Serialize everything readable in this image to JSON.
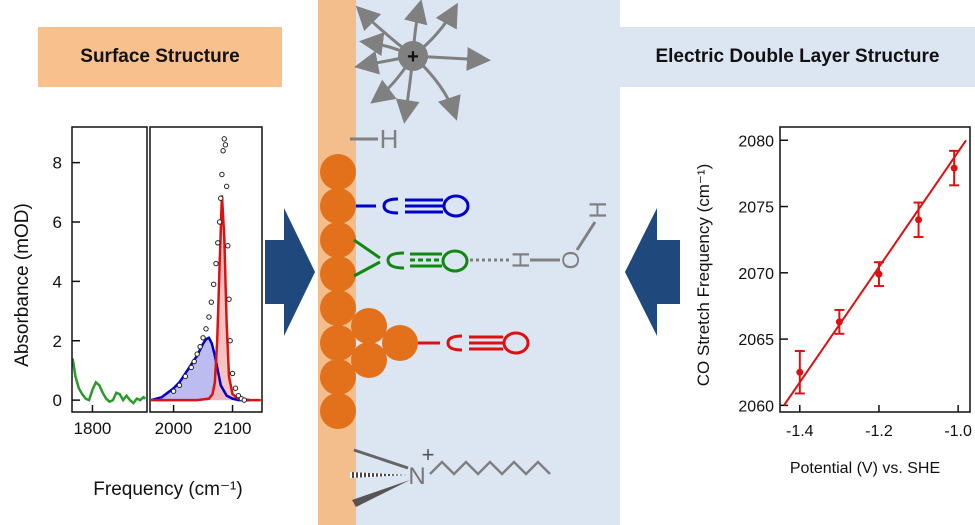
{
  "banners": {
    "left": "Surface Structure",
    "right": "Electric Double Layer Structure"
  },
  "diagram": {
    "cation_symbol": "+",
    "ammonium_charge": "+",
    "ammonium_atom": "N",
    "hydride_atom": "H",
    "water_atoms": [
      "H",
      "O",
      "H"
    ],
    "colors": {
      "copper": "#e3711b",
      "surface_strip": "#f4bd8c",
      "solution": "#dce6f2",
      "arrow": "#1f497d",
      "atop_co": "#0000cc",
      "bridge_co": "#118811",
      "step_co": "#dd1111",
      "grey_species": "#808080"
    }
  },
  "chart_data": [
    {
      "type": "line",
      "title": "",
      "xlabel": "Frequency (cm⁻¹)",
      "ylabel": "Absorbance (mOD)",
      "xlim_segments": [
        [
          1740,
          1960
        ],
        [
          1960,
          2150
        ]
      ],
      "ylim": [
        -0.4,
        9.2
      ],
      "x_ticks": [
        1800,
        2000,
        2100
      ],
      "y_ticks": [
        0,
        2,
        4,
        6,
        8
      ],
      "series": [
        {
          "color": "#2a9a2a",
          "x": [
            1742,
            1750,
            1760,
            1770,
            1780,
            1790,
            1800,
            1810,
            1820,
            1830,
            1840,
            1850,
            1860,
            1870,
            1880,
            1890,
            1900,
            1910,
            1920,
            1930,
            1940,
            1950,
            1955
          ],
          "y": [
            1.4,
            0.8,
            0.4,
            0.2,
            0.05,
            0.0,
            0.35,
            0.6,
            0.5,
            0.25,
            0.05,
            -0.05,
            0.0,
            0.25,
            0.2,
            0.0,
            0.15,
            0.0,
            -0.1,
            0.05,
            0.0,
            0.1,
            0.05
          ]
        },
        {
          "color": "#0000cc",
          "fill": "#b0b0ee",
          "x": [
            1962,
            1980,
            2000,
            2010,
            2020,
            2030,
            2040,
            2050,
            2055,
            2060,
            2065,
            2070,
            2075,
            2080,
            2090,
            2100,
            2110,
            2120,
            2130
          ],
          "y": [
            0.0,
            0.1,
            0.4,
            0.6,
            0.9,
            1.2,
            1.5,
            1.9,
            2.05,
            2.1,
            1.9,
            1.5,
            1.0,
            0.5,
            0.15,
            0.05,
            0.0,
            0.0,
            0.0
          ]
        },
        {
          "color": "#dd1111",
          "fill": "#f4b8b8",
          "x": [
            1962,
            2000,
            2040,
            2060,
            2066,
            2070,
            2074,
            2078,
            2082,
            2086,
            2090,
            2094,
            2100,
            2110,
            2130,
            2148
          ],
          "y": [
            0.0,
            0.0,
            0.0,
            0.05,
            0.2,
            0.6,
            2.0,
            4.5,
            6.9,
            5.5,
            2.6,
            0.8,
            0.2,
            0.05,
            0.0,
            0.0
          ]
        },
        {
          "color": "#222222",
          "marker": "open-circle",
          "x": [
            2000,
            2010,
            2020,
            2030,
            2035,
            2040,
            2045,
            2050,
            2055,
            2060,
            2064,
            2068,
            2072,
            2075,
            2078,
            2080,
            2082,
            2084,
            2086,
            2088,
            2090,
            2092,
            2094,
            2096,
            2100,
            2105,
            2110,
            2115,
            2120
          ],
          "y": [
            0.3,
            0.5,
            0.8,
            1.1,
            1.3,
            1.55,
            1.8,
            2.1,
            2.4,
            2.8,
            3.3,
            3.9,
            4.6,
            5.3,
            6.0,
            6.8,
            7.6,
            8.4,
            8.8,
            8.6,
            7.2,
            5.2,
            3.4,
            2.0,
            0.9,
            0.4,
            0.15,
            0.05,
            0.0
          ]
        }
      ]
    },
    {
      "type": "scatter",
      "title": "",
      "xlabel": "Potential (V) vs. SHE",
      "ylabel": "CO Stretch Frequency (cm⁻¹)",
      "xlim": [
        -1.45,
        -0.97
      ],
      "ylim": [
        2059.5,
        2081
      ],
      "x_ticks": [
        -1.4,
        -1.2,
        -1.0
      ],
      "y_ticks": [
        2060,
        2065,
        2070,
        2075,
        2080
      ],
      "series": [
        {
          "color": "#dd1111",
          "x": [
            -1.4,
            -1.3,
            -1.2,
            -1.1,
            -1.01
          ],
          "y": [
            2062.5,
            2066.3,
            2069.9,
            2074.0,
            2077.9
          ],
          "yerr": [
            1.6,
            0.9,
            0.9,
            1.3,
            1.3
          ]
        }
      ],
      "fit_line": {
        "x": [
          -1.44,
          -0.98
        ],
        "y": [
          2060.0,
          2080.0
        ]
      }
    }
  ]
}
